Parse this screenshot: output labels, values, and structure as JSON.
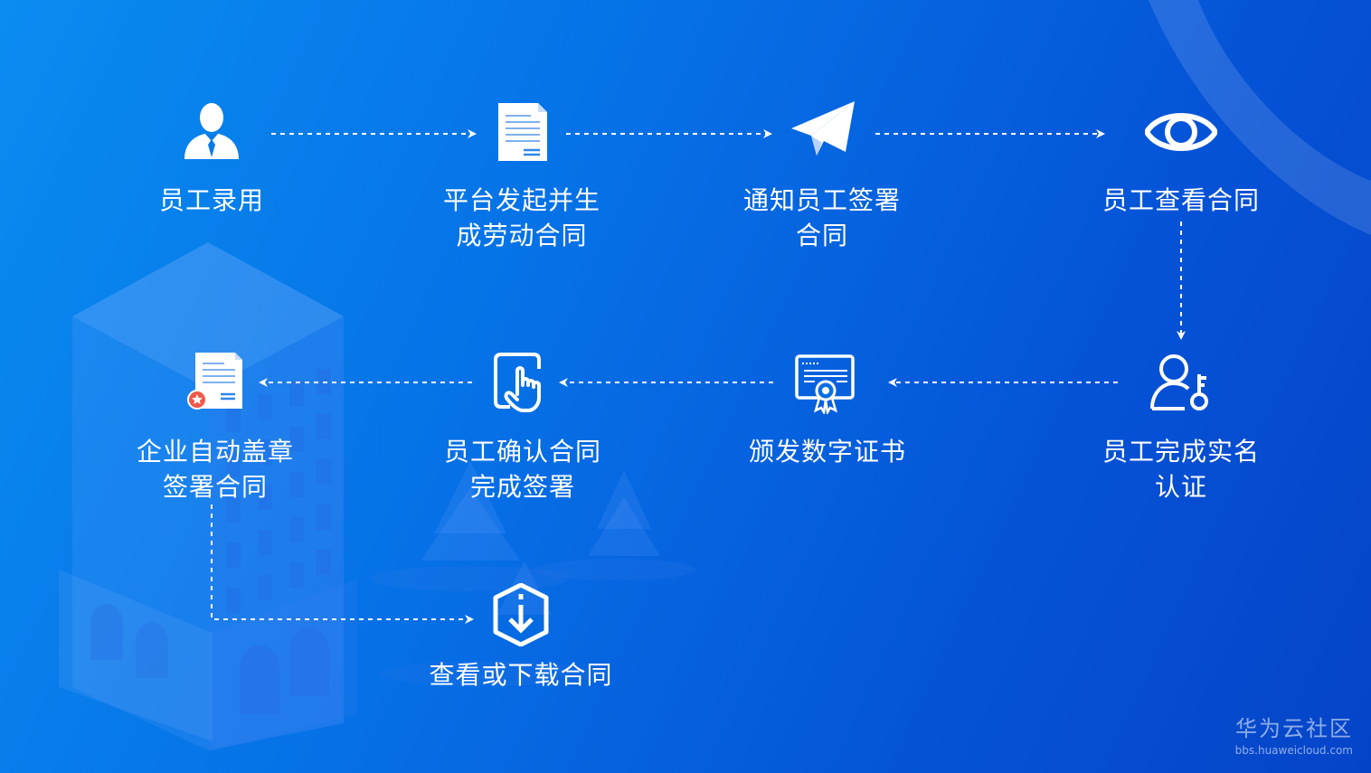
{
  "colors": {
    "bg_light": "#0a8cf0",
    "bg_dark": "#0544c8",
    "arrow": "#ffffff",
    "stamp": "#f0584a"
  },
  "nodes": [
    {
      "id": "hire",
      "icon": "employee-icon",
      "lines": [
        "员工录用"
      ]
    },
    {
      "id": "generate",
      "icon": "document-icon",
      "lines": [
        "平台发起并生",
        "成劳动合同"
      ]
    },
    {
      "id": "notify",
      "icon": "paper-plane-icon",
      "lines": [
        "通知员工签署",
        "合同"
      ]
    },
    {
      "id": "view",
      "icon": "eye-icon",
      "lines": [
        "员工查看合同"
      ]
    },
    {
      "id": "verify",
      "icon": "user-key-icon",
      "lines": [
        "员工完成实名",
        "认证"
      ]
    },
    {
      "id": "certificate",
      "icon": "certificate-icon",
      "lines": [
        "颁发数字证书"
      ]
    },
    {
      "id": "confirm",
      "icon": "touch-sign-icon",
      "lines": [
        "员工确认合同",
        "完成签署"
      ]
    },
    {
      "id": "seal",
      "icon": "sealed-document-icon",
      "lines": [
        "企业自动盖章",
        "签署合同"
      ]
    },
    {
      "id": "download",
      "icon": "download-icon",
      "lines": [
        "查看或下载合同"
      ]
    }
  ],
  "watermark": {
    "title": "华为云社区",
    "url": "bbs.huaweicloud.com"
  }
}
